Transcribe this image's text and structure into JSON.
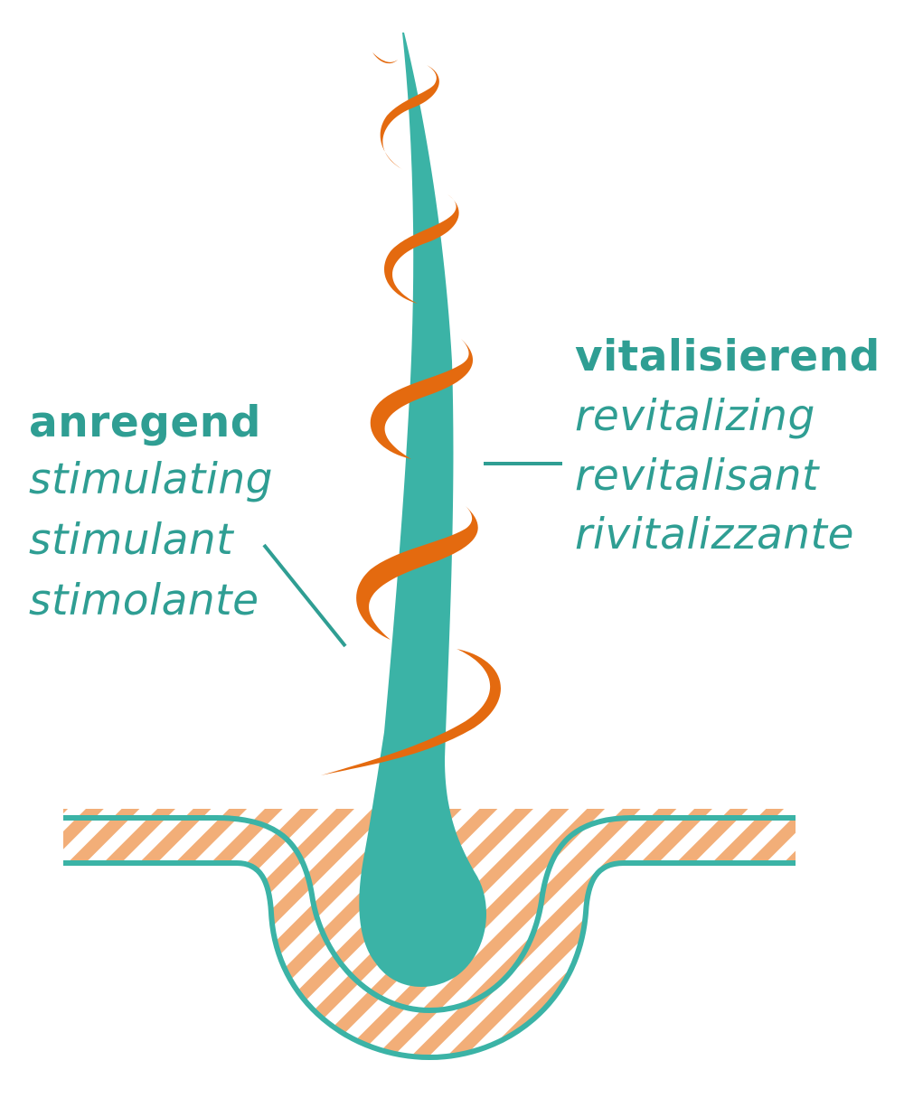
{
  "colors": {
    "hair": "#3bb3a6",
    "spiral": "#e46a0f",
    "stripe": "#f2ae78",
    "text": "#2f9e93",
    "background": "#ffffff"
  },
  "icons": {
    "hair": "hair-strand-icon",
    "spiral": "spiral-icon",
    "skin": "skin-layer-icon"
  },
  "left_label": {
    "title": "anregend",
    "lines": [
      "stimulating",
      "stimulant",
      "stimolante"
    ]
  },
  "right_label": {
    "title": "vitalisierend",
    "lines": [
      "revitalizing",
      "revitalisant",
      "rivitalizzante"
    ]
  }
}
